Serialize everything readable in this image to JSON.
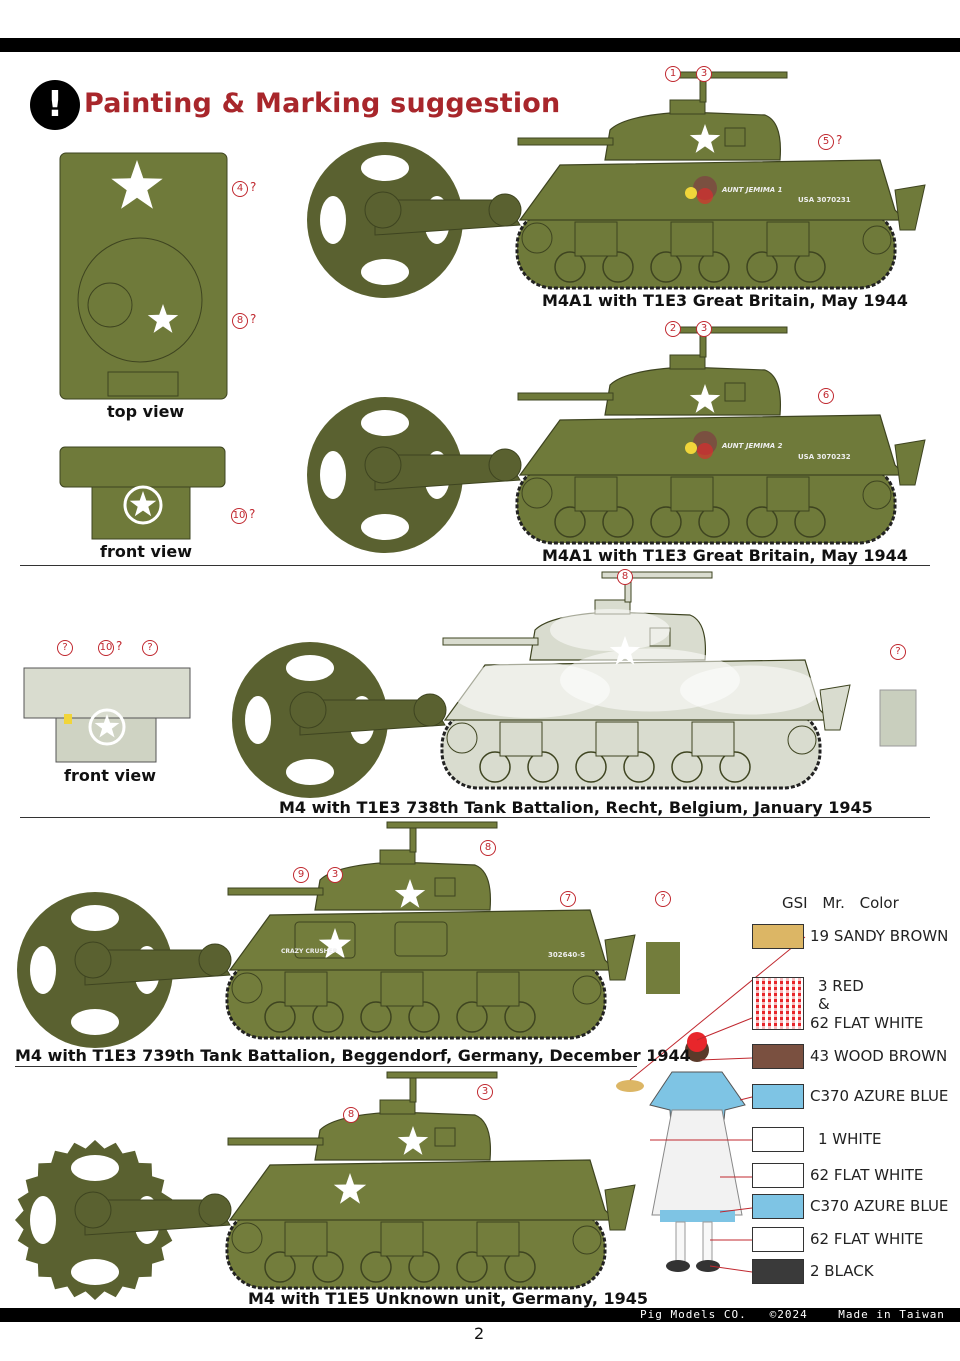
{
  "header": {
    "title": "Painting & Marking suggestion",
    "alert_icon": "exclamation-icon",
    "alert_glyph": "!"
  },
  "views": {
    "top_view": "top view",
    "front_view_1": "front view",
    "front_view_2": "front view"
  },
  "vehicles": [
    {
      "caption": "M4A1 with T1E3   Great Britain, May 1944",
      "serial": "USA 3070231",
      "name_marking": "AUNT JEMIMA 1",
      "color": "#6f7a3a"
    },
    {
      "caption": "M4A1 with T1E3   Great Britain, May 1944",
      "serial": "USA 3070232",
      "name_marking": "AUNT JEMIMA 2",
      "color": "#6f7a3a"
    },
    {
      "caption": "M4 with T1E3   738th Tank Battalion, Recht, Belgium, January 1945",
      "color": "#d9dccf"
    },
    {
      "caption": "M4 with T1E3   739th Tank Battalion, Beggendorf, Germany, December 1944",
      "serial": "302640-S",
      "name_marking": "CRAZY CRUSHER",
      "color": "#737d3c"
    },
    {
      "caption": "M4 with T1E5  Unknown unit, Germany, 1945",
      "color": "#737d3c"
    }
  ],
  "roller_color": "#5a6130",
  "callouts": {
    "c1": "1",
    "c2": "2",
    "c3": "3",
    "c4": "4",
    "c5": "5",
    "c6": "6",
    "c7": "7",
    "c8": "8",
    "c9": "9",
    "c10": "10",
    "q": "?"
  },
  "legend": {
    "header": "GSI Mr. Color",
    "items": [
      {
        "label": "19 SANDY BROWN",
        "color": "#dcb665"
      },
      {
        "label": "3 RED & 62 FLAT WHITE",
        "line1": "3 RED",
        "line2": "&",
        "line3": "62 FLAT WHITE",
        "color": "#e8262b"
      },
      {
        "label": "43 WOOD BROWN",
        "color": "#7a5040"
      },
      {
        "label": "C370 AZURE BLUE",
        "color": "#7ec4e4"
      },
      {
        "label": "1 WHITE",
        "color": "#ffffff"
      },
      {
        "label": "62 FLAT WHITE",
        "color": "#ffffff"
      },
      {
        "label": "C370 AZURE BLUE",
        "color": "#7ec4e4"
      },
      {
        "label": "62 FLAT WHITE",
        "color": "#ffffff"
      },
      {
        "label": "2 BLACK",
        "color": "#3a3a3a"
      }
    ]
  },
  "footer": {
    "company": "Pig Models CO.",
    "copyright": "©2024",
    "origin": "Made in Taiwan",
    "page_number": "2"
  }
}
